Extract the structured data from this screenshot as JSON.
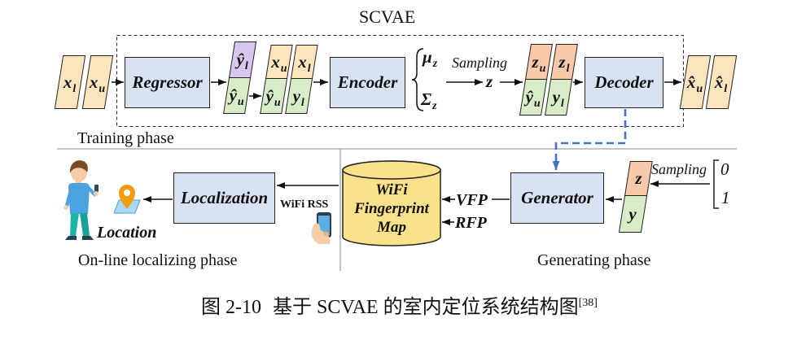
{
  "title": "SCVAE",
  "training": {
    "phase_label": "Training phase",
    "inputs": [
      {
        "base": "x",
        "sub": "l"
      },
      {
        "base": "x",
        "sub": "u"
      }
    ],
    "regressor_label": "Regressor",
    "regressor_outputs": [
      {
        "base": "ŷ",
        "sub": "l"
      },
      {
        "base": "ŷ",
        "sub": "u"
      }
    ],
    "encoder_inputs": [
      {
        "base": "x",
        "sub": "u"
      },
      {
        "base": "x",
        "sub": "l"
      },
      {
        "base": "ŷ",
        "sub": "u"
      },
      {
        "base": "y",
        "sub": "l"
      }
    ],
    "encoder_label": "Encoder",
    "latent_params": [
      {
        "base": "μ",
        "sub": "z"
      },
      {
        "base": "Σ",
        "sub": "z"
      }
    ],
    "sampling_label": "Sampling",
    "latent_variable": "z",
    "decoder_inputs": [
      {
        "base": "z",
        "sub": "u"
      },
      {
        "base": "z",
        "sub": "l"
      },
      {
        "base": "ŷ",
        "sub": "u"
      },
      {
        "base": "y",
        "sub": "l"
      }
    ],
    "decoder_label": "Decoder",
    "outputs": [
      {
        "base": "x̂",
        "sub": "u"
      },
      {
        "base": "x̂",
        "sub": "l"
      }
    ]
  },
  "generating": {
    "phase_label": "Generating phase",
    "sampling_label": "Sampling",
    "sample_values": [
      "0",
      "1"
    ],
    "generator_inputs": [
      "z",
      "y"
    ],
    "generator_label": "Generator",
    "outputs": [
      "VFP",
      "RFP"
    ]
  },
  "fingerprint_map": {
    "lines": [
      "WiFi",
      "Fingerprint",
      "Map"
    ]
  },
  "localizing": {
    "phase_label": "On-line localizing phase",
    "input_label": "WiFi RSS",
    "localization_label": "Localization",
    "output_label": "Location"
  },
  "caption": {
    "label": "图 2-10",
    "title": "基于 SCVAE 的室内定位系统结构图",
    "ref": "[38]"
  },
  "icons": {
    "user": "person-icon",
    "location": "location-pin-icon",
    "device": "smartphone-icon"
  },
  "colors": {
    "block_fill": "#d9e2f3",
    "feature_fill": "#fce4bf",
    "label_fill": "#d8ecc7",
    "pseudo_label_fill": "#d8c7ec",
    "latent_fill": "#f8c9aa",
    "map_fill": "#fbe28a",
    "link_blue": "#4472c4"
  }
}
